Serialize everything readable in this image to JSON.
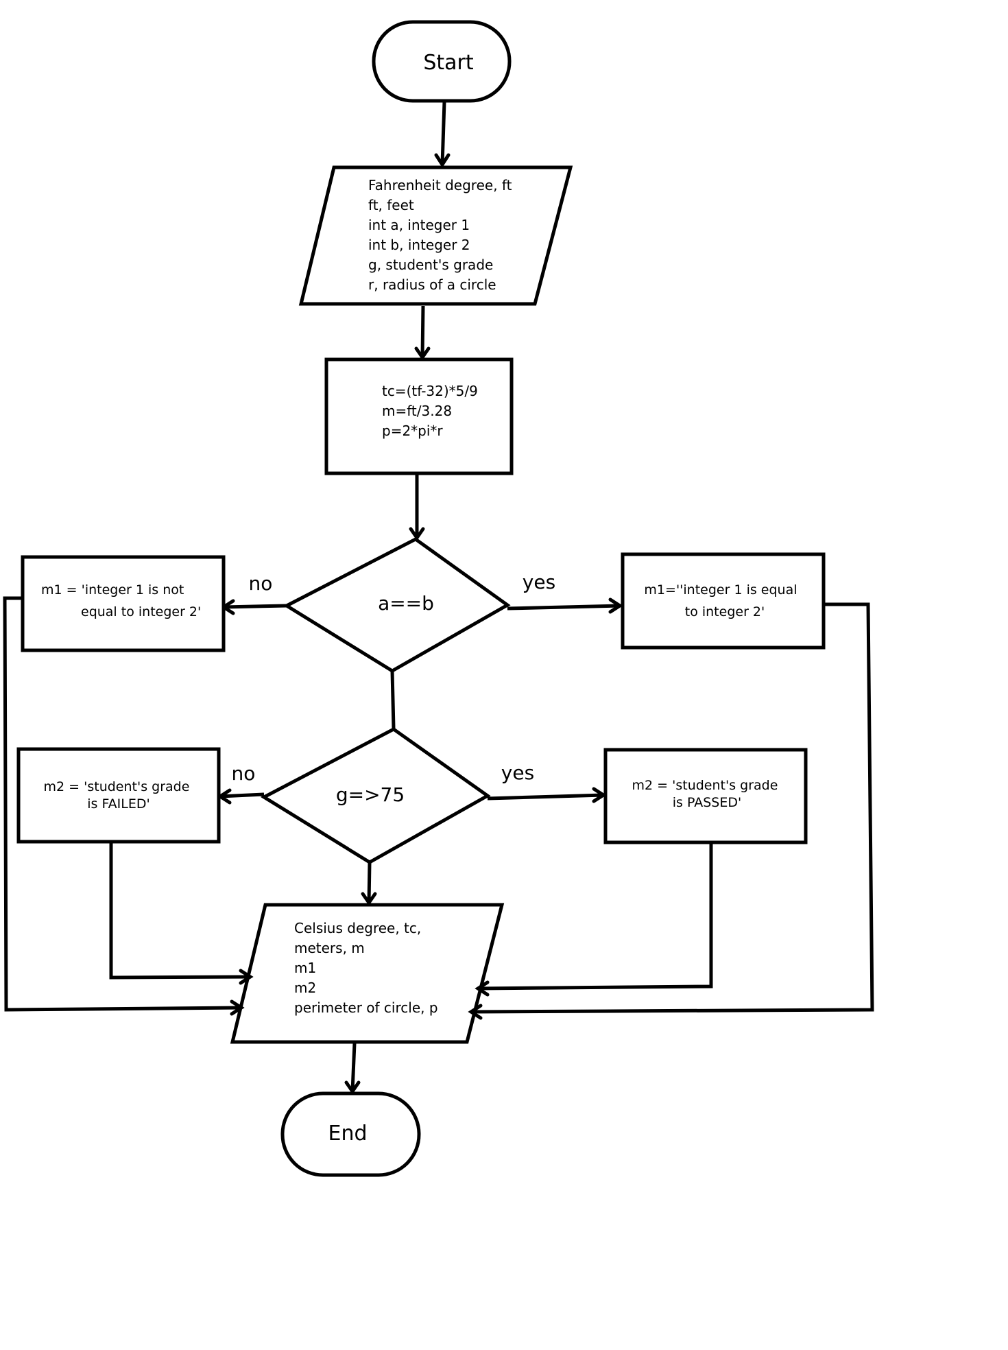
{
  "diagram": {
    "type": "flowchart",
    "nodes": {
      "start": {
        "label": "Start",
        "kind": "terminal"
      },
      "input": {
        "kind": "input-output",
        "lines": [
          "Fahrenheit degree, ft",
          "ft, feet",
          "int a, integer 1",
          "int b, integer 2",
          "g, student's grade",
          "r, radius of a circle"
        ]
      },
      "process": {
        "kind": "process",
        "lines": [
          "tc=(tf-32)*5/9",
          "m=ft/3.28",
          "p=2*pi*r"
        ]
      },
      "decision1": {
        "kind": "decision",
        "label": "a==b"
      },
      "m1_no": {
        "kind": "process",
        "lines": [
          "m1 = 'integer 1 is not",
          "equal to integer 2'"
        ]
      },
      "m1_yes": {
        "kind": "process",
        "lines": [
          "m1=''integer 1 is equal",
          "to integer 2'"
        ]
      },
      "decision2": {
        "kind": "decision",
        "label": "g=>75"
      },
      "m2_no": {
        "kind": "process",
        "lines": [
          "m2 = 'student's grade",
          "is FAILED'"
        ]
      },
      "m2_yes": {
        "kind": "process",
        "lines": [
          "m2 = 'student's grade",
          "is PASSED'"
        ]
      },
      "output": {
        "kind": "input-output",
        "lines": [
          "Celsius degree, tc,",
          "meters, m",
          "m1",
          "m2",
          "perimeter of circle, p"
        ]
      },
      "end": {
        "label": "End",
        "kind": "terminal"
      }
    },
    "edge_labels": {
      "d1_no": "no",
      "d1_yes": "yes",
      "d2_no": "no",
      "d2_yes": "yes"
    },
    "edges": [
      {
        "from": "start",
        "to": "input"
      },
      {
        "from": "input",
        "to": "process"
      },
      {
        "from": "process",
        "to": "decision1"
      },
      {
        "from": "decision1",
        "to": "m1_no",
        "label": "no"
      },
      {
        "from": "decision1",
        "to": "m1_yes",
        "label": "yes"
      },
      {
        "from": "decision1",
        "to": "decision2"
      },
      {
        "from": "decision2",
        "to": "m2_no",
        "label": "no"
      },
      {
        "from": "decision2",
        "to": "m2_yes",
        "label": "yes"
      },
      {
        "from": "decision2",
        "to": "output"
      },
      {
        "from": "m1_no",
        "to": "output"
      },
      {
        "from": "m1_yes",
        "to": "output"
      },
      {
        "from": "m2_no",
        "to": "output"
      },
      {
        "from": "m2_yes",
        "to": "output"
      },
      {
        "from": "output",
        "to": "end"
      }
    ]
  }
}
